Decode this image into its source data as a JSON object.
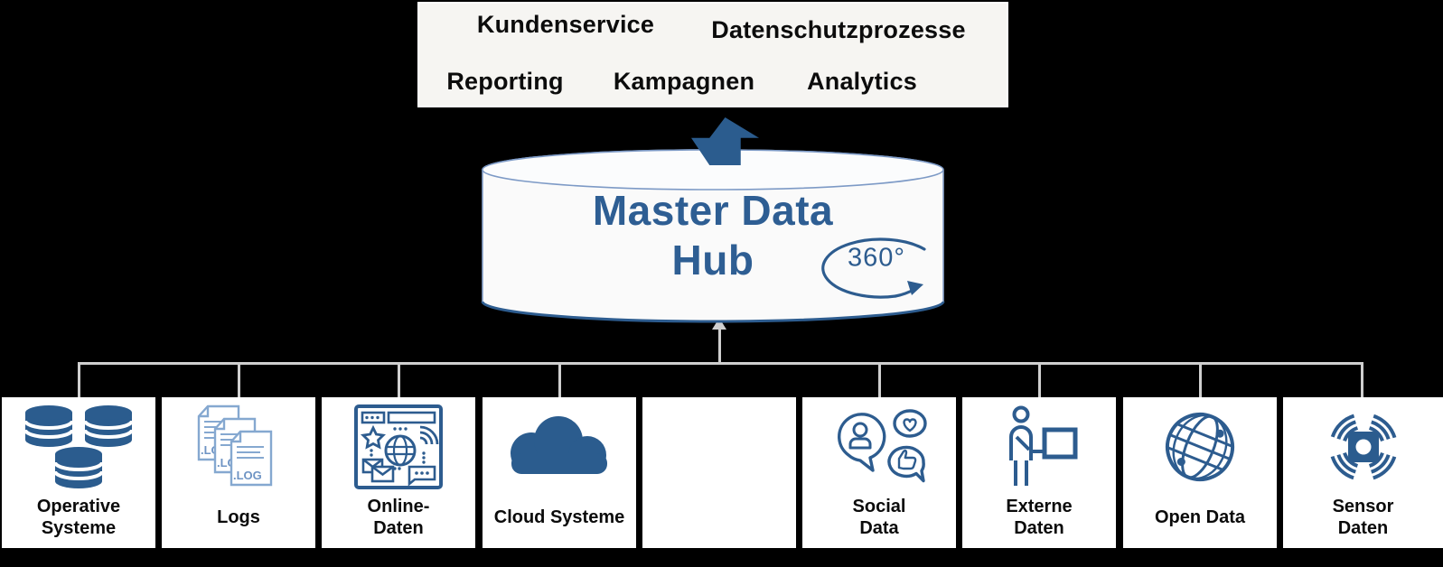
{
  "colors": {
    "background": "#000000",
    "panel_fill": "#f6f5f2",
    "box_fill": "#ffffff",
    "accent_blue": "#2b5c8e",
    "hub_text_blue": "#2e5e93",
    "icon_blue": "#2d5c8f",
    "icon_light_blue": "#85a8d0",
    "connector_gray": "#cfcfcf",
    "label_black": "#0b0b0b"
  },
  "top_panel": {
    "items": [
      "Kundenservice",
      "Datenschutzprozesse",
      "Reporting",
      "Kampagnen",
      "Analytics"
    ]
  },
  "hub": {
    "title_line1": "Master Data",
    "title_line2": "Hub",
    "badge": "360°"
  },
  "sources": [
    {
      "id": "operative-systeme",
      "icon": "database-stack-icon",
      "lines": [
        "Operative",
        "Systeme"
      ]
    },
    {
      "id": "logs",
      "icon": "log-files-icon",
      "lines": [
        "Logs"
      ],
      "file_label": ".LOG"
    },
    {
      "id": "online-daten",
      "icon": "browser-web-icon",
      "lines": [
        "Online-",
        "Daten"
      ]
    },
    {
      "id": "cloud-systeme",
      "icon": "cloud-icon",
      "lines": [
        "Cloud Systeme"
      ]
    },
    {
      "id": "empty",
      "icon": "",
      "lines": []
    },
    {
      "id": "social-data",
      "icon": "social-bubbles-icon",
      "lines": [
        "Social",
        "Data"
      ]
    },
    {
      "id": "externe-daten",
      "icon": "presenter-board-icon",
      "lines": [
        "Externe",
        "Daten"
      ]
    },
    {
      "id": "open-data",
      "icon": "globe-network-icon",
      "lines": [
        "Open Data"
      ]
    },
    {
      "id": "sensor-daten",
      "icon": "sensor-waves-icon",
      "lines": [
        "Sensor",
        "Daten"
      ]
    }
  ]
}
